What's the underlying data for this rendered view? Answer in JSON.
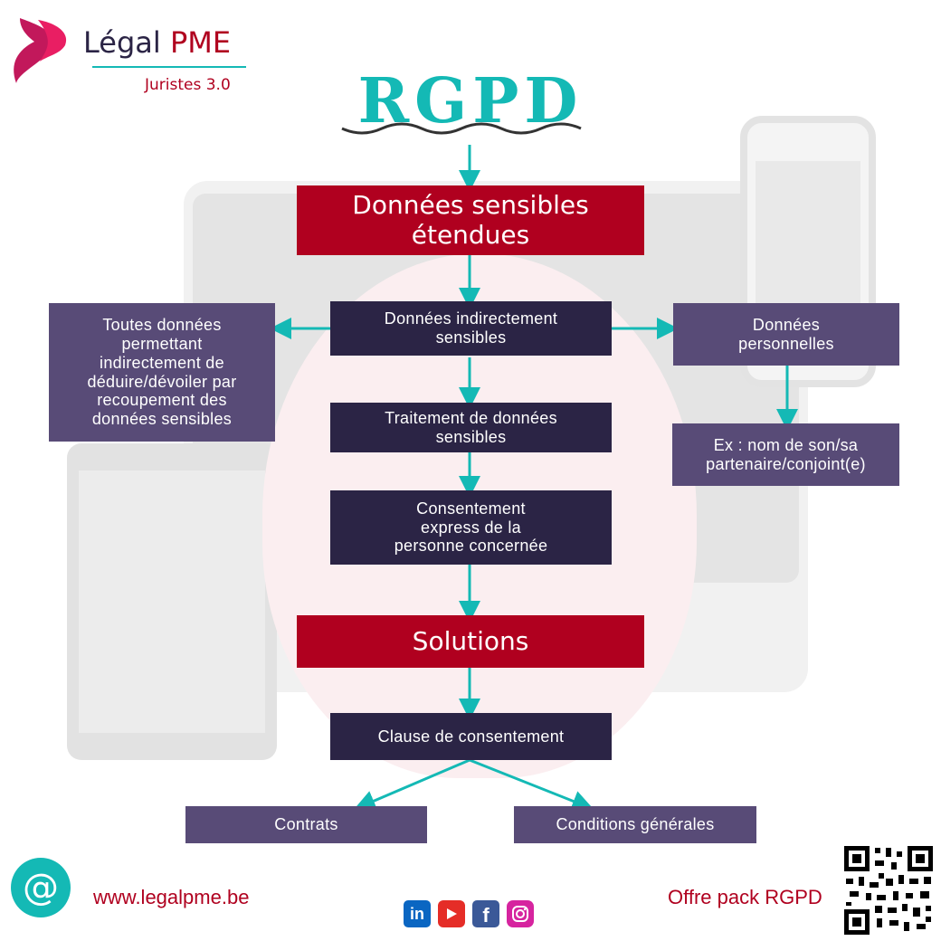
{
  "brand": {
    "name_part1": "Légal",
    "name_part2": "PME",
    "tagline": "Juristes 3.0"
  },
  "title": "RGPD",
  "colors": {
    "accent_teal": "#14b9b5",
    "brand_red": "#b0001f",
    "dark_box": "#2b2445",
    "purple_box": "#584b77"
  },
  "flow": {
    "main_heading": "Données sensibles\nétendues",
    "indirect": "Données indirectement\nsensibles",
    "left_note": "Toutes données\npermettant\nindirectement de\ndéduire/dévoiler par\nrecoupement des\ndonnées sensibles",
    "personal": "Données\npersonnelles",
    "personal_example": "Ex : nom de son/sa\npartenaire/conjoint(e)",
    "processing": "Traitement de données\nsensibles",
    "consent": "Consentement\nexpress de la\npersonne concernée",
    "solutions_heading": "Solutions",
    "clause": "Clause de consentement",
    "contracts": "Contrats",
    "terms": "Conditions générales"
  },
  "footer": {
    "email_icon": "at-icon",
    "website": "www.legalpme.be",
    "offer": "Offre pack RGPD",
    "social_icons": [
      "linkedin-icon",
      "youtube-icon",
      "facebook-icon",
      "instagram-icon"
    ],
    "qr_icon": "qr-code-icon"
  }
}
